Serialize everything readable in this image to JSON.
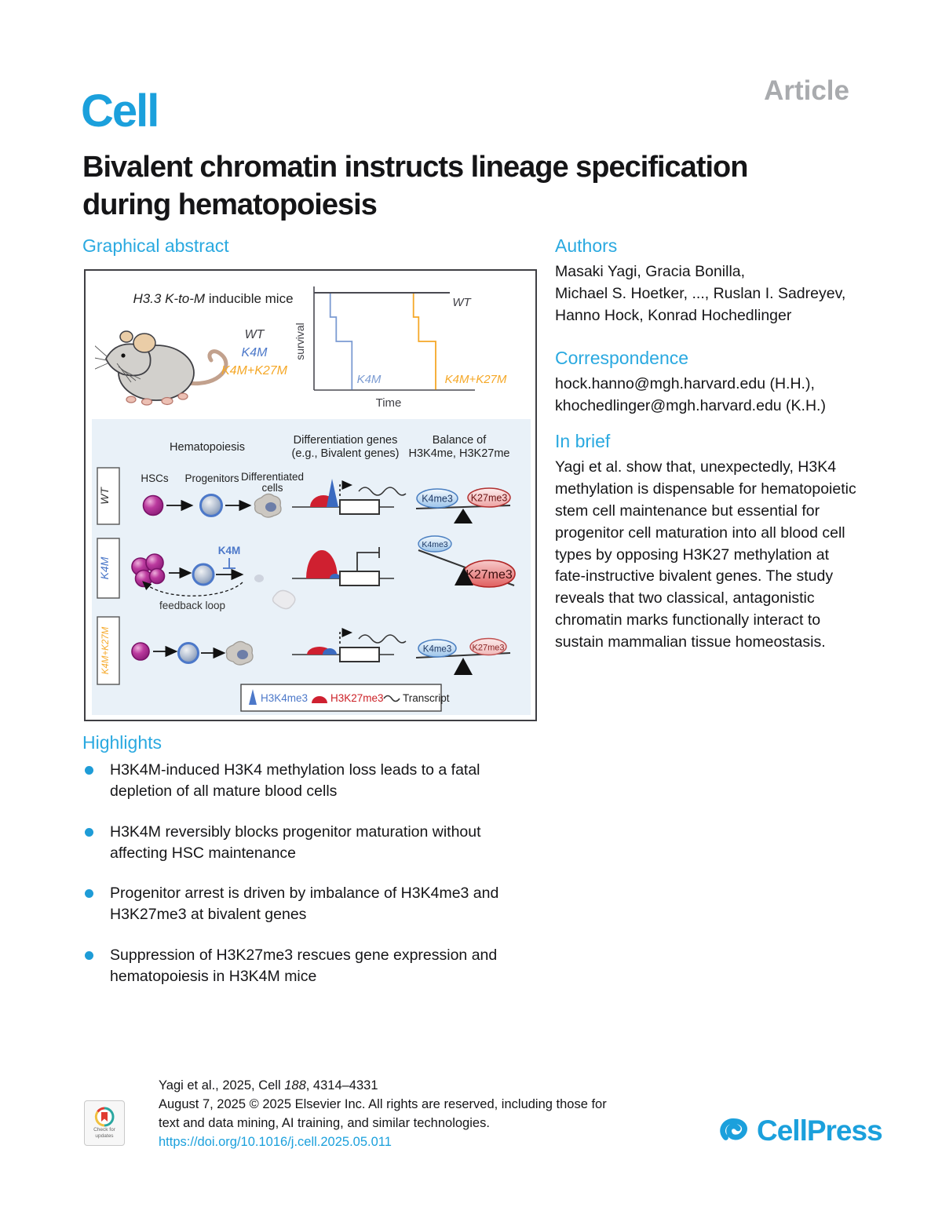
{
  "header": {
    "journal": "Cell",
    "article_type": "Article"
  },
  "title": {
    "line1": "Bivalent chromatin instructs lineage specification",
    "line2": "during hematopoiesis"
  },
  "ga": {
    "heading": "Graphical abstract",
    "caption_italic": "H3.3 K-to-M",
    "caption_rest": " inducible mice",
    "mouse_labels": {
      "wt": "WT",
      "k4m": "K4M",
      "k4mk27m": "K4M+K27M"
    },
    "survival": {
      "ylabel": "survival",
      "xlabel": "Time",
      "wt_label": "WT",
      "k4m_label": "K4M",
      "k4mk27m_label": "K4M+K27M"
    },
    "diagram": {
      "col1": "Hematopoiesis",
      "col2_line1": "Differentiation genes",
      "col2_line2": "(e.g., Bivalent genes)",
      "col3_line1": "Balance of",
      "col3_line2": "H3K4me, H3K27me",
      "row_wt": "WT",
      "row_k4m": "K4M",
      "row_k4mk27m": "K4M+K27M",
      "hscs": "HSCs",
      "progenitors": "Progenitors",
      "diff_line1": "Differentiated",
      "diff_line2": "cells",
      "k4m_inhibitor": "K4M",
      "feedback": "feedback loop",
      "k4me3": "K4me3",
      "k27me3": "K27me3",
      "legend_h3k4me3": "H3K4me3",
      "legend_h3k27me3": "H3K27me3",
      "legend_transcript": "Transcript"
    }
  },
  "chart_data": {
    "type": "line",
    "title": "Survival of H3.3 K-to-M inducible mice",
    "xlabel": "Time",
    "ylabel": "survival",
    "legend_position": "on-curve",
    "grid": false,
    "axis_values_shown": false,
    "series": [
      {
        "name": "WT",
        "color": "#4a4a52",
        "points_pct_time_survival": [
          [
            0,
            100
          ],
          [
            100,
            100
          ]
        ]
      },
      {
        "name": "K4M",
        "color": "#7b9bd2",
        "points_pct_time_survival": [
          [
            0,
            100
          ],
          [
            10,
            100
          ],
          [
            10,
            75
          ],
          [
            14,
            75
          ],
          [
            14,
            50
          ],
          [
            24,
            50
          ],
          [
            24,
            0
          ]
        ]
      },
      {
        "name": "K4M+K27M",
        "color": "#f5a828",
        "points_pct_time_survival": [
          [
            0,
            100
          ],
          [
            62,
            100
          ],
          [
            62,
            75
          ],
          [
            65,
            75
          ],
          [
            65,
            50
          ],
          [
            76,
            50
          ],
          [
            76,
            0
          ]
        ]
      }
    ]
  },
  "authors": {
    "heading": "Authors",
    "lines": [
      "Masaki Yagi, Gracia Bonilla,",
      "Michael S. Hoetker, ..., Ruslan I. Sadreyev,",
      "Hanno Hock, Konrad Hochedlinger"
    ]
  },
  "correspondence": {
    "heading": "Correspondence",
    "lines": [
      "hock.hanno@mgh.harvard.edu (H.H.),",
      "khochedlinger@mgh.harvard.edu (K.H.)"
    ]
  },
  "in_brief": {
    "heading": "In brief",
    "text": "Yagi et al. show that, unexpectedly, H3K4 methylation is dispensable for hematopoietic stem cell maintenance but essential for progenitor cell maturation into all blood cell types by opposing H3K27 methylation at fate-instructive bivalent genes. The study reveals that two classical, antagonistic chromatin marks functionally interact to sustain mammalian tissue homeostasis."
  },
  "highlights": {
    "heading": "Highlights",
    "items": [
      "H3K4M-induced H3K4 methylation loss leads to a fatal depletion of all mature blood cells",
      "H3K4M reversibly blocks progenitor maturation without affecting HSC maintenance",
      "Progenitor arrest is driven by imbalance of H3K4me3 and H3K27me3 at bivalent genes",
      "Suppression of H3K27me3 rescues gene expression and hematopoiesis in H3K4M mice"
    ]
  },
  "footer": {
    "citation_pre": "Yagi et al., 2025, Cell ",
    "citation_vol": "188",
    "citation_post": ", 4314–4331",
    "line2": "August 7, 2025 © 2025 Elsevier Inc. All rights are reserved, including those for",
    "line3": "text and data mining, AI training, and similar technologies.",
    "doi": "https://doi.org/10.1016/j.cell.2025.05.011",
    "badge_line1": "Check for",
    "badge_line2": "updates",
    "publisher": "CellPress"
  },
  "colors": {
    "brand_blue": "#1ba0dc",
    "heading_blue": "#2aa9e0",
    "article_gray": "#a9abae",
    "k4m_blue": "#4c78c9",
    "k4mk27m_orange": "#f5a828",
    "h3k27me3_red": "#cc2127",
    "panel_bg": "#e9f1f8"
  }
}
